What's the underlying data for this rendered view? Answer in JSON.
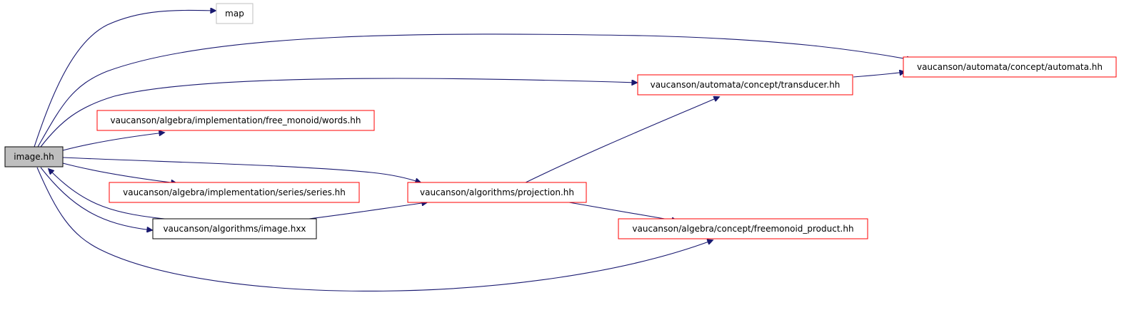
{
  "colors": {
    "edge": "#191970",
    "border_red": "#ff0000",
    "border_black": "#000000",
    "border_gray": "#bfbfbf",
    "fill_root": "#bfbfbf",
    "fill_default": "#ffffff"
  },
  "nodes": {
    "image_hh": {
      "label": "image.hh",
      "style": "root"
    },
    "map": {
      "label": "map",
      "style": "gray"
    },
    "automata_hh": {
      "label": "vaucanson/automata/concept/automata.hh",
      "style": "red"
    },
    "transducer_hh": {
      "label": "vaucanson/automata/concept/transducer.hh",
      "style": "red"
    },
    "words_hh": {
      "label": "vaucanson/algebra/implementation/free_monoid/words.hh",
      "style": "red"
    },
    "series_hh": {
      "label": "vaucanson/algebra/implementation/series/series.hh",
      "style": "red"
    },
    "projection_hh": {
      "label": "vaucanson/algorithms/projection.hh",
      "style": "red"
    },
    "image_hxx": {
      "label": "vaucanson/algorithms/image.hxx",
      "style": "black"
    },
    "freemonoid_product_hh": {
      "label": "vaucanson/algebra/concept/freemonoid_product.hh",
      "style": "red"
    }
  },
  "edges": [
    {
      "from": "image.hh",
      "to": "map"
    },
    {
      "from": "image.hh",
      "to": "vaucanson/automata/concept/automata.hh"
    },
    {
      "from": "image.hh",
      "to": "vaucanson/automata/concept/transducer.hh"
    },
    {
      "from": "image.hh",
      "to": "vaucanson/algebra/implementation/free_monoid/words.hh"
    },
    {
      "from": "image.hh",
      "to": "vaucanson/algebra/implementation/series/series.hh"
    },
    {
      "from": "image.hh",
      "to": "vaucanson/algorithms/projection.hh"
    },
    {
      "from": "image.hh",
      "to": "vaucanson/algorithms/image.hxx"
    },
    {
      "from": "image.hh",
      "to": "vaucanson/algebra/concept/freemonoid_product.hh"
    },
    {
      "from": "vaucanson/automata/concept/transducer.hh",
      "to": "vaucanson/automata/concept/automata.hh"
    },
    {
      "from": "vaucanson/algorithms/projection.hh",
      "to": "vaucanson/automata/concept/transducer.hh"
    },
    {
      "from": "vaucanson/algorithms/projection.hh",
      "to": "vaucanson/algebra/concept/freemonoid_product.hh"
    },
    {
      "from": "vaucanson/algorithms/image.hxx",
      "to": "vaucanson/algorithms/projection.hh"
    },
    {
      "from": "vaucanson/algorithms/image.hxx",
      "to": "image.hh"
    }
  ]
}
